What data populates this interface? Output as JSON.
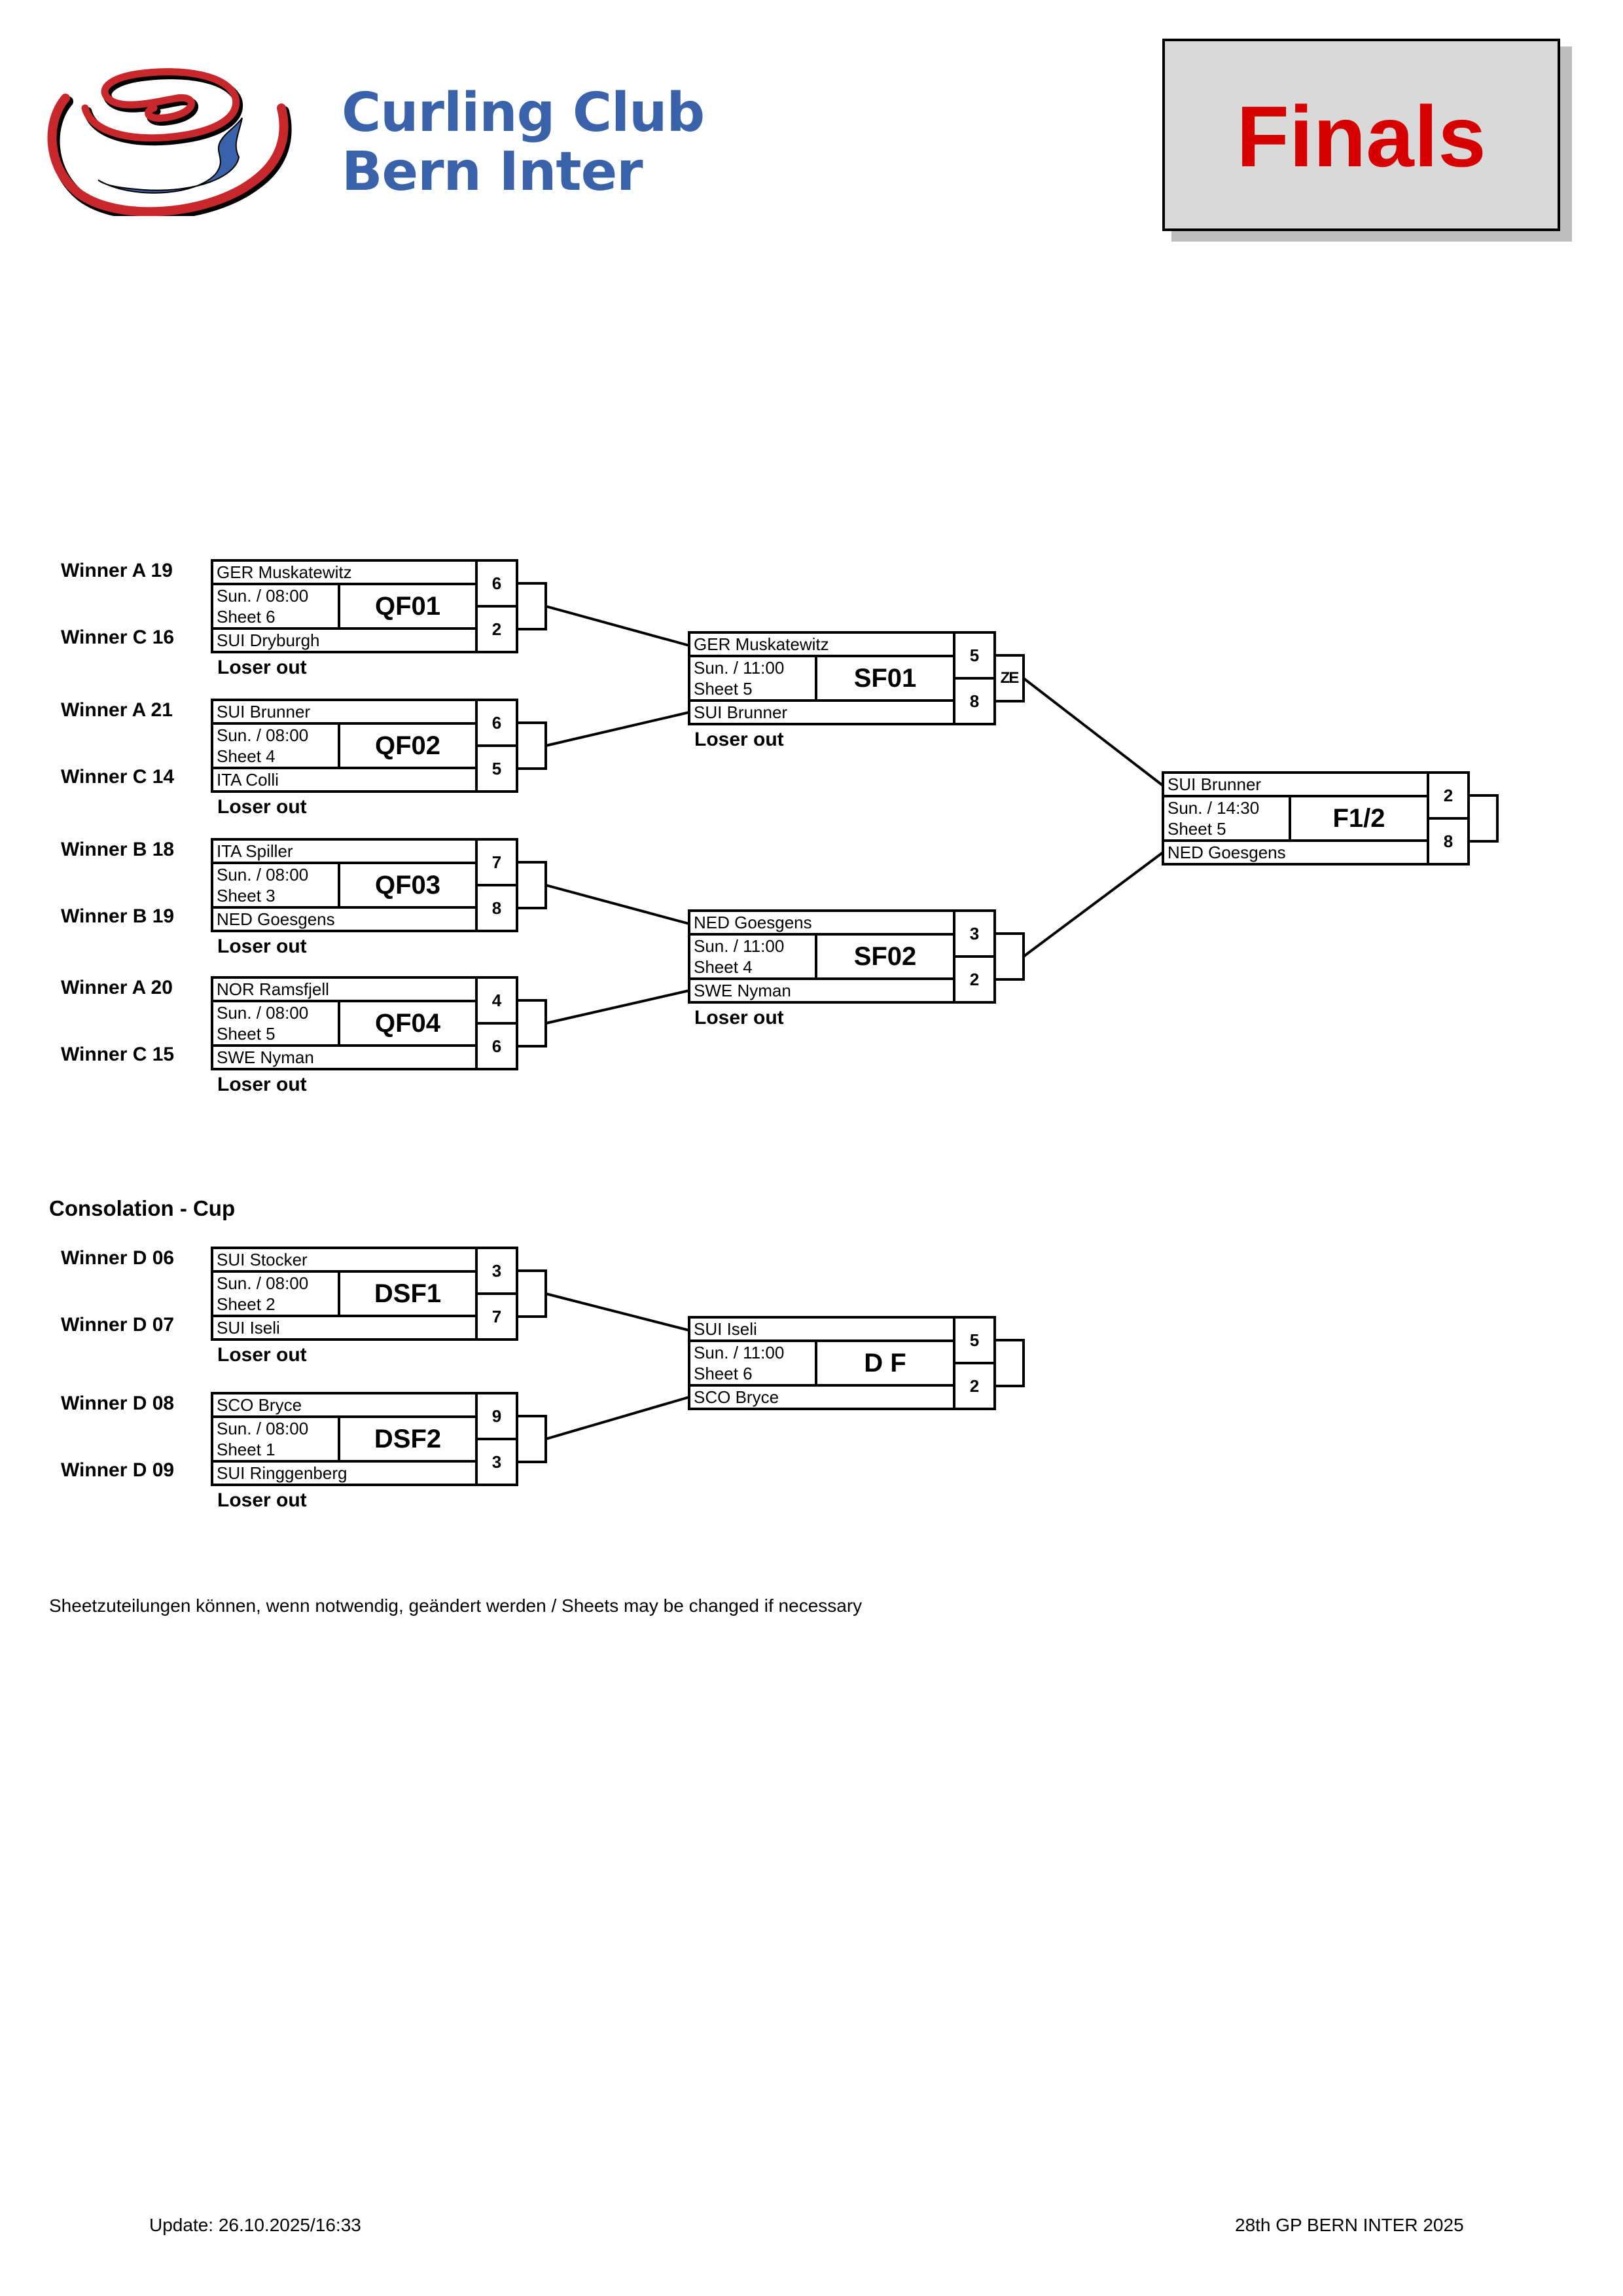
{
  "header": {
    "club_line1": "Curling Club",
    "club_line2": "Bern Inter",
    "logo_icon": "curling-stone-logo-icon",
    "title": "Finals",
    "colors": {
      "club_blue": "#3a62aa",
      "logo_red": "#c8282c",
      "title_red": "#d60000",
      "title_box": "#d9d9d9"
    }
  },
  "main_bracket": {
    "quarterfinals": [
      {
        "code": "QF01",
        "when": "Sun. / 08:00",
        "sheet": "Sheet 6",
        "top": {
          "source": "Winner  A 19",
          "team": "GER Muskatewitz",
          "score": "6"
        },
        "bottom": {
          "source": "Winner  C 16",
          "team": "SUI Dryburgh",
          "score": "2"
        },
        "loser_note": "Loser out",
        "extra": ""
      },
      {
        "code": "QF02",
        "when": "Sun. / 08:00",
        "sheet": "Sheet 4",
        "top": {
          "source": "Winner  A 21",
          "team": "SUI Brunner",
          "score": "6"
        },
        "bottom": {
          "source": "Winner  C 14",
          "team": "ITA Colli",
          "score": "5"
        },
        "loser_note": "Loser out",
        "extra": ""
      },
      {
        "code": "QF03",
        "when": "Sun. / 08:00",
        "sheet": "Sheet 3",
        "top": {
          "source": "Winner  B 18",
          "team": "ITA Spiller",
          "score": "7"
        },
        "bottom": {
          "source": "Winner  B 19",
          "team": "NED Goesgens",
          "score": "8"
        },
        "loser_note": "Loser out",
        "extra": ""
      },
      {
        "code": "QF04",
        "when": "Sun. / 08:00",
        "sheet": "Sheet 5",
        "top": {
          "source": "Winner  A 20",
          "team": "NOR Ramsfjell",
          "score": "4"
        },
        "bottom": {
          "source": "Winner  C 15",
          "team": "SWE Nyman",
          "score": "6"
        },
        "loser_note": "Loser out",
        "extra": ""
      }
    ],
    "semifinals": [
      {
        "code": "SF01",
        "when": "Sun. / 11:00",
        "sheet": "Sheet 5",
        "top": {
          "team": "GER Muskatewitz",
          "score": "5"
        },
        "bottom": {
          "team": "SUI Brunner",
          "score": "8"
        },
        "loser_note": "Loser out",
        "extra": "ZE"
      },
      {
        "code": "SF02",
        "when": "Sun. / 11:00",
        "sheet": "Sheet 4",
        "top": {
          "team": "NED Goesgens",
          "score": "3"
        },
        "bottom": {
          "team": "SWE Nyman",
          "score": "2"
        },
        "loser_note": "Loser out",
        "extra": ""
      }
    ],
    "final": {
      "code": "F1/2",
      "when": "Sun. / 14:30",
      "sheet": "Sheet 5",
      "top": {
        "team": "SUI Brunner",
        "score": "2"
      },
      "bottom": {
        "team": "NED Goesgens",
        "score": "8"
      },
      "extra": ""
    }
  },
  "consolation": {
    "title": "Consolation - Cup",
    "semifinals": [
      {
        "code": "DSF1",
        "when": "Sun. / 08:00",
        "sheet": "Sheet 2",
        "top": {
          "source": "Winner  D 06",
          "team": "SUI Stocker",
          "score": "3"
        },
        "bottom": {
          "source": "Winner  D 07",
          "team": "SUI Iseli",
          "score": "7"
        },
        "loser_note": "Loser out",
        "extra": ""
      },
      {
        "code": "DSF2",
        "when": "Sun. / 08:00",
        "sheet": "Sheet 1",
        "top": {
          "source": "Winner  D 08",
          "team": "SCO Bryce",
          "score": "9"
        },
        "bottom": {
          "source": "Winner  D 09",
          "team": "SUI Ringgenberg",
          "score": "3"
        },
        "loser_note": "Loser out",
        "extra": ""
      }
    ],
    "final": {
      "code": "D F",
      "when": "Sun. / 11:00",
      "sheet": "Sheet 6",
      "top": {
        "team": "SUI Iseli",
        "score": "5"
      },
      "bottom": {
        "team": "SCO Bryce",
        "score": "2"
      },
      "extra": ""
    }
  },
  "note": "Sheetzuteilungen können, wenn notwendig, geändert werden / Sheets may be changed if necessary",
  "footer": {
    "update": "Update: 26.10.2025/16:33",
    "event": "28th GP BERN INTER 2025"
  }
}
